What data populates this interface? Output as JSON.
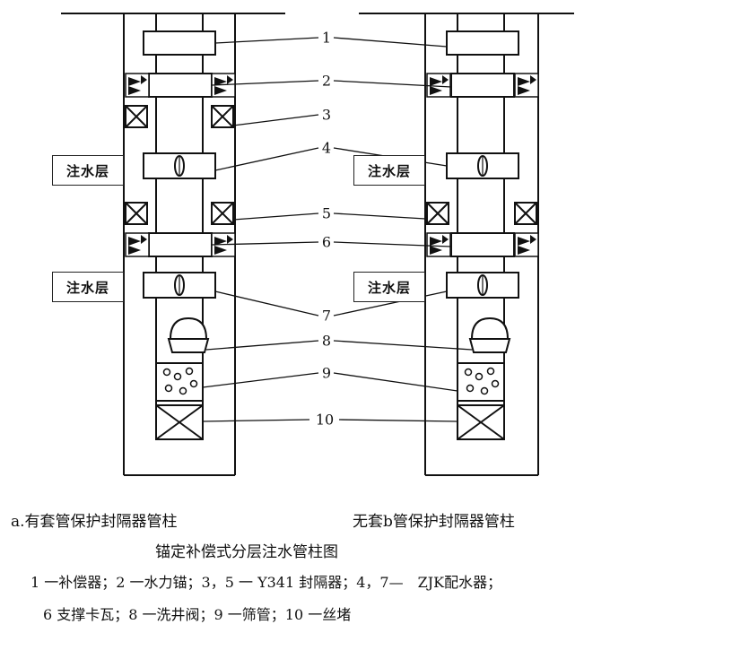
{
  "zone_label": "注水层",
  "callout_numbers": [
    "1",
    "2",
    "3",
    "4",
    "5",
    "6",
    "7",
    "8",
    "9",
    "10"
  ],
  "caption": {
    "panel_a": "a.有套管保护封隔器管柱",
    "panel_b": "无套b管保护封隔器管柱",
    "title": "锚定补偿式分层注水管柱图",
    "legend_line1": "1 一补偿器；2 一水力锚；3，5 一 Y341 封隔器；4，7—　ZJK配水器；",
    "legend_line2": "6 支撑卡瓦；8 一洗井阀；9 一筛管；10 一丝堵"
  }
}
